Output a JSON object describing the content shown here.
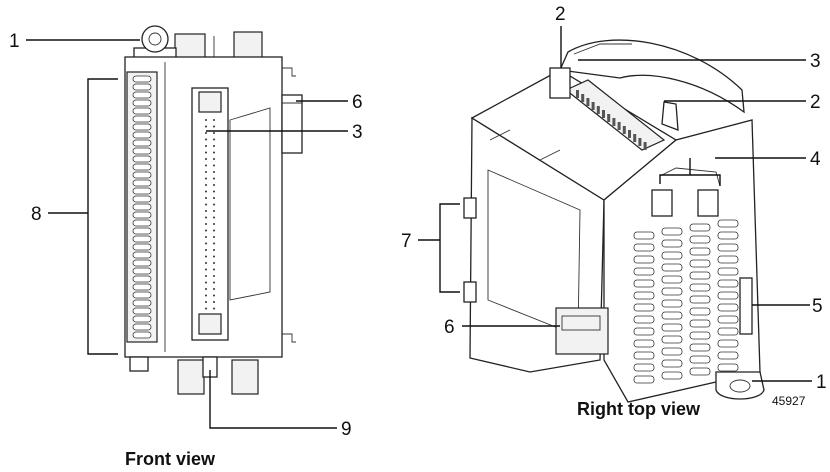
{
  "figure_id": "45927",
  "captions": {
    "front": "Front view",
    "right_top": "Right top view"
  },
  "front_callouts": [
    "1",
    "6",
    "3",
    "8",
    "9"
  ],
  "right_callouts": [
    "2",
    "3",
    "2",
    "4",
    "7",
    "5",
    "6",
    "1"
  ]
}
